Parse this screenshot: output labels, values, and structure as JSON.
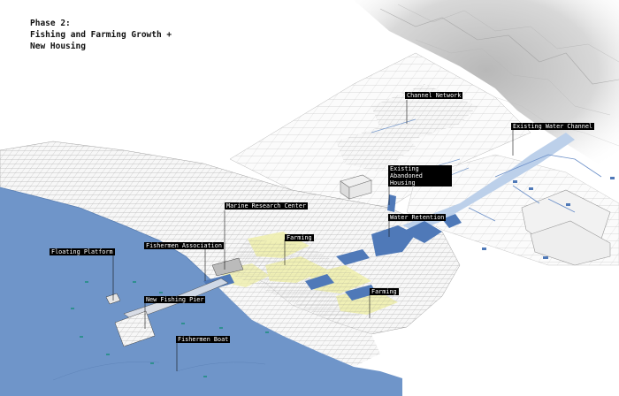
{
  "title": {
    "line1": "Phase 2:",
    "line2": "Fishing and Farming Growth +",
    "line3": "New Housing"
  },
  "labels": {
    "channel_network": "Channel Network",
    "existing_water_channel": "Existing Water Channel",
    "existing_abandoned_housing": "Existing Abandoned Housing",
    "water_retention": "Water Retention",
    "marine_research_center": "Marine Research Center",
    "fishermen_association": "Fishermen Association",
    "farming_1": "Farming",
    "farming_2": "Farming",
    "floating_platform": "Floating Platform",
    "new_fishing_pier": "New Fishing Pier",
    "fishermen_boat": "Fishermen Boat"
  },
  "colors": {
    "sea": "#6f95c9",
    "water_channel": "#4f79b8",
    "channel_light": "#bcd0ea",
    "farming": "#e8e8a0",
    "building_line": "#9a9a9a",
    "mountain": "#d6d6d6"
  }
}
